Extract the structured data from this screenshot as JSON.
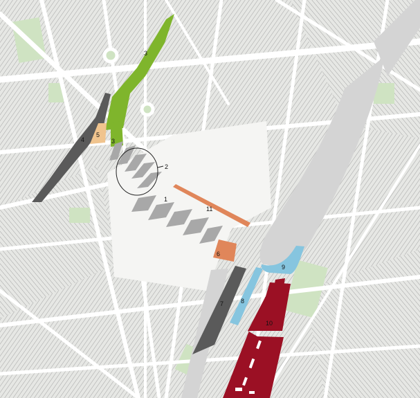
{
  "map": {
    "colors": {
      "background": "#f4f4f2",
      "street": "#ffffff",
      "block_fill": "#e3e4e1",
      "building_hatch": "#9c9c9c",
      "park": "#cfe3c2",
      "rail_yard": "#d4d4d4",
      "green_zone": "#7fb52c",
      "dark_gray_zone": "#5a5a5a",
      "orange_zone": "#e0865a",
      "tan_zone": "#f0c48e",
      "blue_zone": "#86c5df",
      "crimson_zone": "#9b1024",
      "stripe_gray": "#a8a8a8"
    },
    "labels": {
      "zone_1": "1",
      "zone_2": "2",
      "zone_3a": "3",
      "zone_3b": "3",
      "zone_4": "4",
      "zone_5": "5",
      "zone_6": "6",
      "zone_7": "7",
      "zone_8": "8",
      "zone_9": "9",
      "zone_10": "10",
      "zone_11": "11"
    }
  }
}
